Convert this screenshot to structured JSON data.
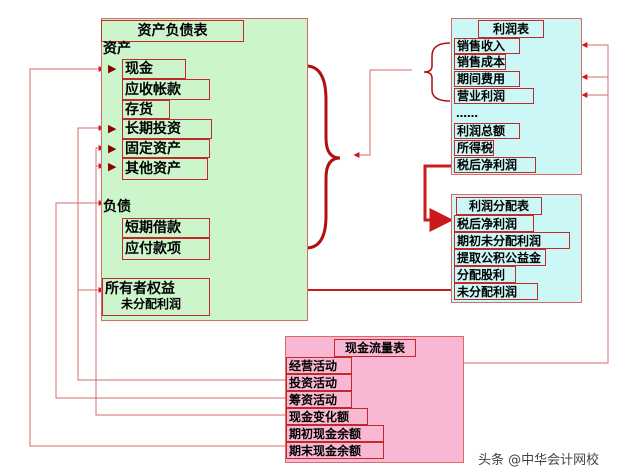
{
  "balance_sheet": {
    "title": "资产负债表",
    "assets_label": "资产",
    "assets": [
      "现金",
      "应收帐款",
      "存货",
      "长期投资",
      "固定资产",
      "其他资产"
    ],
    "liabilities_label": "负债",
    "liabilities": [
      "短期借款",
      "应付款项"
    ],
    "equity_label": "所有者权益",
    "equity_item": "未分配利润"
  },
  "income_statement": {
    "title": "利润表",
    "items": [
      "销售收入",
      "销售成本",
      "期间费用",
      "营业利润",
      "……",
      "利润总额",
      "所得税",
      "税后净利润"
    ]
  },
  "profit_distribution": {
    "title": "利润分配表",
    "items": [
      "税后净利润",
      "期初未分配利润",
      "提取公积公益金",
      "分配股利",
      "未分配利润"
    ]
  },
  "cash_flow": {
    "title": "现金流量表",
    "items": [
      "经营活动",
      "投资活动",
      "筹资活动",
      "现金变化额",
      "期初现金余额",
      "期末现金余额"
    ]
  },
  "watermark": "头条 @中华会计网校",
  "colors": {
    "line": "#d86a6a",
    "arrow": "#cc1a1a",
    "brace": "#b01010",
    "balance_fill": "#ccf5cc",
    "income_fill": "#ccf7f7",
    "cash_fill": "#f8b8d4"
  }
}
